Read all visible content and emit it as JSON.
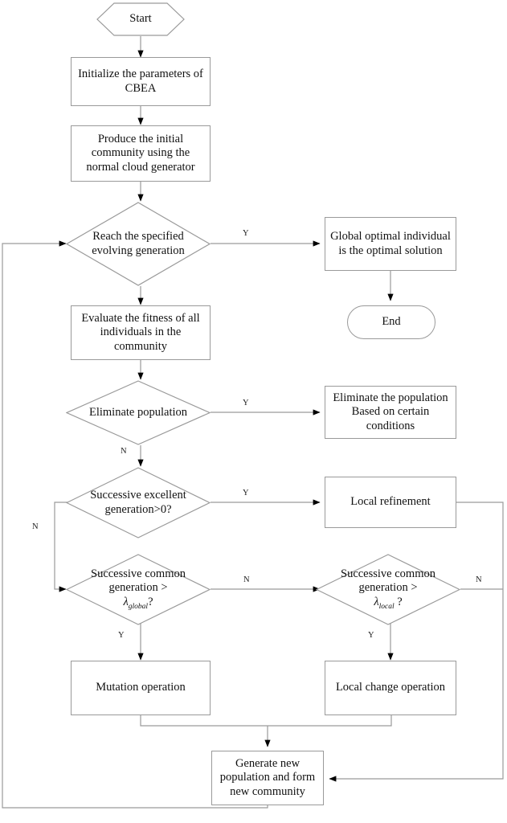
{
  "diagram": {
    "title": "CBEA algorithm flowchart",
    "type": "flowchart",
    "line_color": "#9a9a9a",
    "arrow_color": "#000000",
    "text_color": "#111111",
    "background": "#ffffff"
  },
  "nodes": {
    "start": {
      "label": "Start",
      "shape": "hexagon"
    },
    "init": {
      "label": "Initialize the parameters of CBEA",
      "shape": "rect"
    },
    "produce": {
      "label": "Produce the initial community using the normal cloud generator",
      "shape": "rect"
    },
    "reach": {
      "label": "Reach the specified evolving generation",
      "shape": "diamond"
    },
    "global_opt": {
      "label": "Global optimal individual is the optimal solution",
      "shape": "rect"
    },
    "end": {
      "label": "End",
      "shape": "stadium"
    },
    "evaluate": {
      "label": "Evaluate the fitness of all individuals in the community",
      "shape": "rect"
    },
    "eliminate_q": {
      "label": "Eliminate population",
      "shape": "diamond"
    },
    "eliminate_a": {
      "label": "Eliminate the population Based on certain conditions",
      "shape": "rect"
    },
    "succ_excellent": {
      "label": "Successive excellent generation>0?",
      "shape": "diamond"
    },
    "local_refine": {
      "label": "Local refinement",
      "shape": "rect"
    },
    "succ_common_global": {
      "line1": "Successive common",
      "line2": "generation >",
      "lambda": "λ",
      "subscript": "global",
      "tail": "?",
      "shape": "diamond"
    },
    "succ_common_local": {
      "line1": "Successive common",
      "line2": "generation >",
      "lambda": "λ",
      "subscript": "local",
      "tail": " ?",
      "shape": "diamond"
    },
    "mutation": {
      "label": "Mutation operation",
      "shape": "rect"
    },
    "local_change": {
      "label": "Local  change operation",
      "shape": "rect"
    },
    "generate": {
      "label": "Generate new population and form new community",
      "shape": "rect"
    }
  },
  "edge_labels": {
    "reach_yes": "Y",
    "eliminate_yes": "Y",
    "eliminate_no": "N",
    "excellent_yes": "Y",
    "excellent_no": "N",
    "global_yes": "Y",
    "global_no": "N",
    "local_yes": "Y",
    "local_no": "N"
  }
}
